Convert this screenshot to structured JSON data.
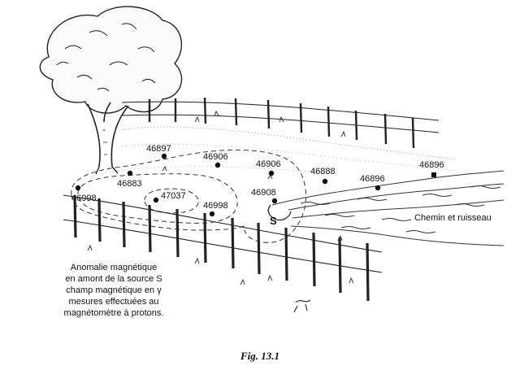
{
  "measurements": [
    {
      "id": "m1",
      "value": "46897"
    },
    {
      "id": "m2",
      "value": "46906"
    },
    {
      "id": "m3",
      "value": "46906"
    },
    {
      "id": "m4",
      "value": "46888"
    },
    {
      "id": "m5",
      "value": "46896"
    },
    {
      "id": "m6",
      "value": "46896"
    },
    {
      "id": "m7",
      "value": "46883"
    },
    {
      "id": "m8",
      "value": "46998"
    },
    {
      "id": "m9",
      "value": "47037"
    },
    {
      "id": "m10",
      "value": "46998"
    },
    {
      "id": "m11",
      "value": "46908"
    }
  ],
  "source_label": "S",
  "stream_label": "Chemin et ruisseau",
  "caption_lines": [
    "Anomalie magnétique",
    "en amont de la source S",
    "champ magnétique en γ",
    "mesures effectuées au",
    "magnétomètre à protons."
  ],
  "figure_label": "Fig. 13.1"
}
